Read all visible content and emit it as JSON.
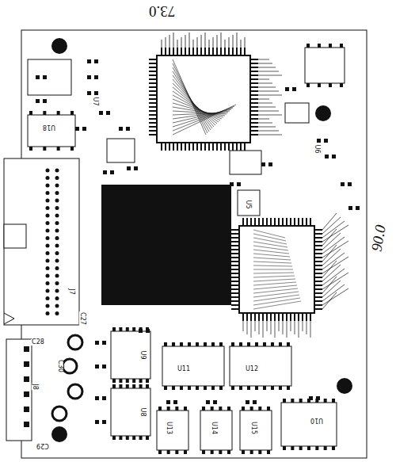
{
  "diagram": {
    "labels": [
      "73.0",
      "90.0",
      "U11",
      "U12",
      "U13",
      "U14",
      "U15",
      "U10",
      "U9",
      "U8",
      "U5",
      "U6",
      "U7",
      "U18",
      "J7",
      "J8",
      "C28",
      "C29",
      "C30",
      "C27"
    ]
  }
}
